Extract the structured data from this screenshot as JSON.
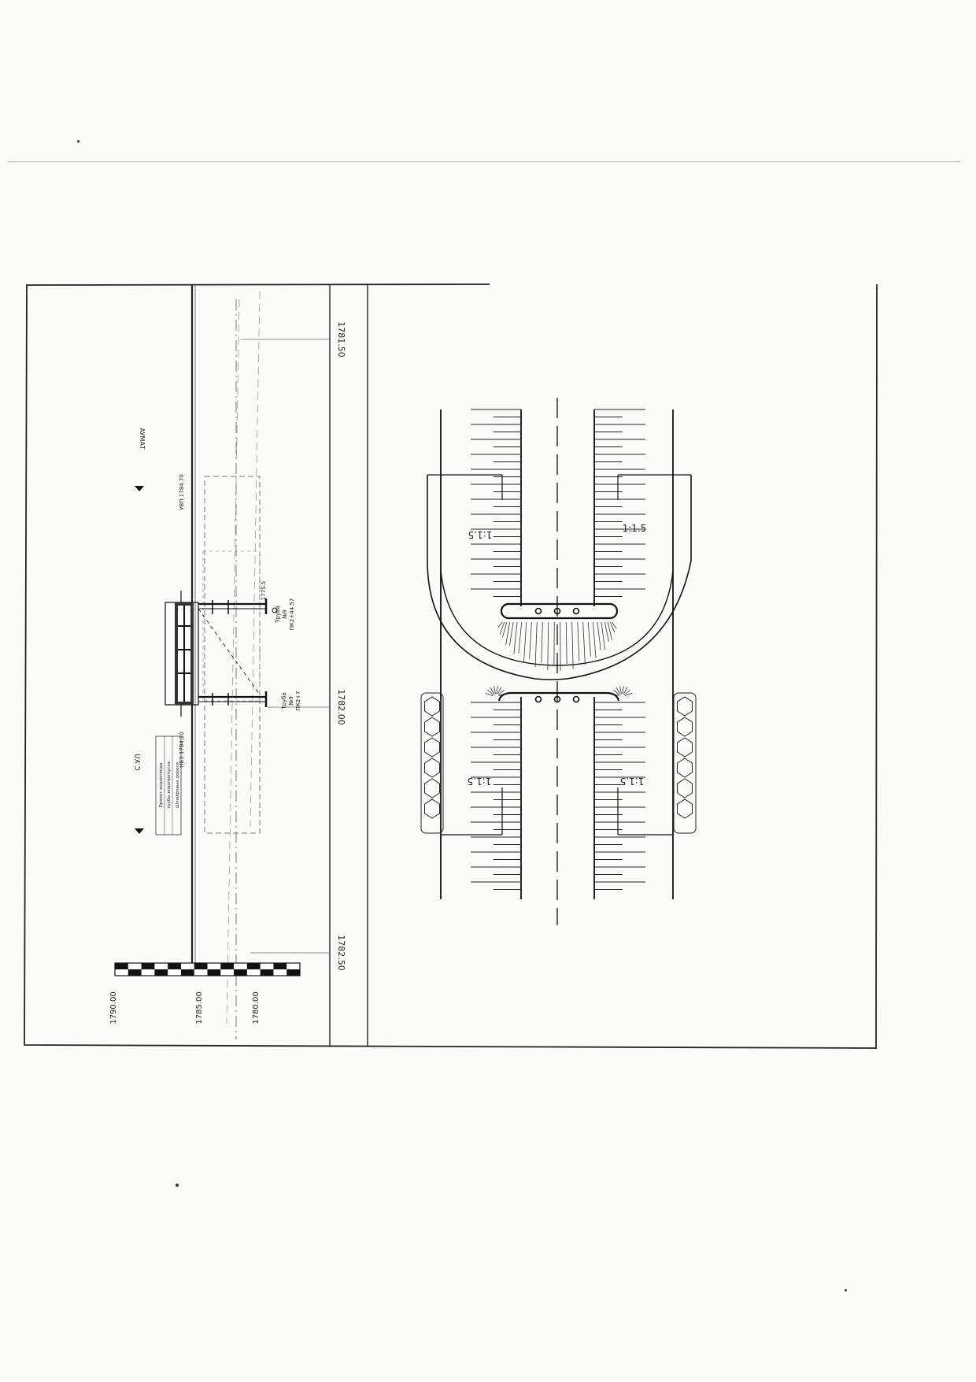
{
  "colors": {
    "paper": "#fbfbfa",
    "ink": "#222222",
    "faint": "#8a8a8a"
  },
  "profile": {
    "chainage_labels": [
      "1781.50",
      "1782.00",
      "1782.50"
    ],
    "scale_labels": [
      "1790.00",
      "1785.00",
      "1780.00"
    ],
    "direction_left": "С.УЛ",
    "direction_right": "АУМАТ",
    "bank_mark_upper": "УВП 1784.70",
    "bank_mark_lower": "НБЗ 1784.20",
    "pipe_left_label": [
      "Труба",
      "№9",
      "ПК2+44.57"
    ],
    "pipe_right_label": [
      "Труба",
      "№9",
      "ПК2+7"
    ],
    "level_mark": "1775.5",
    "note_lines": [
      "Проект водоотвода",
      "трубы водопропуска",
      "Шлейфовые дороги"
    ]
  },
  "plan": {
    "slope_labels": [
      "1:1.5",
      "1:1.5",
      "1:1.5",
      "1:1.5"
    ]
  }
}
